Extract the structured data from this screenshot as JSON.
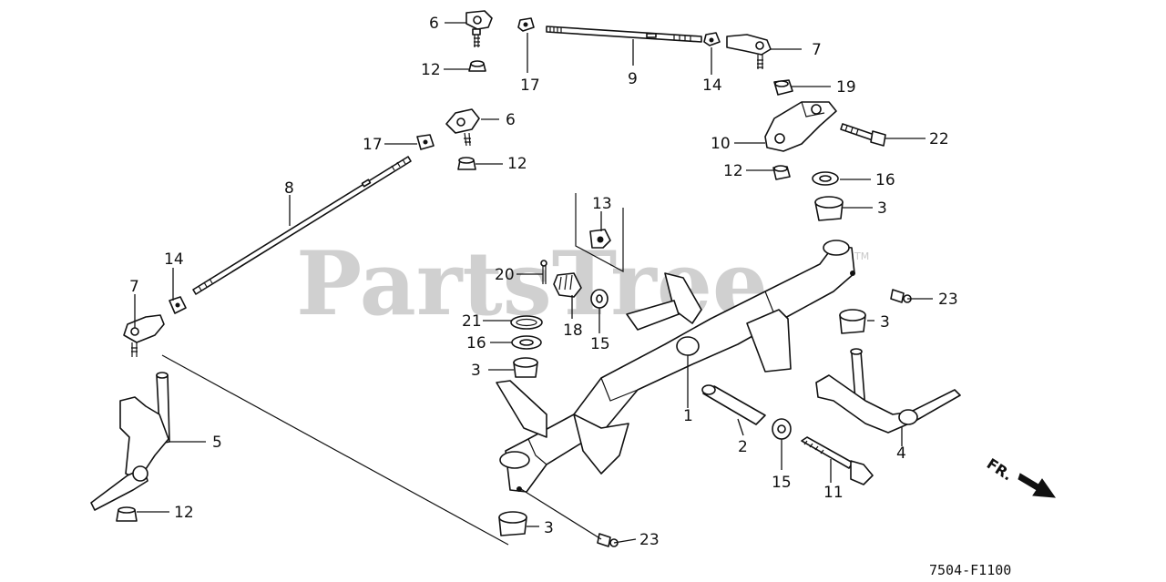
{
  "watermark": {
    "text": "PartsTree",
    "mark": "TM"
  },
  "diagram_code": "7504-F1100",
  "direction_label": "FR.",
  "colors": {
    "ink": "#111111",
    "watermark": "#c8c8c8",
    "background": "#ffffff"
  },
  "callouts": [
    {
      "id": "c6a",
      "text": "6"
    },
    {
      "id": "c17a",
      "text": "17"
    },
    {
      "id": "c9",
      "text": "9"
    },
    {
      "id": "c14a",
      "text": "14"
    },
    {
      "id": "c7a",
      "text": "7"
    },
    {
      "id": "c12a",
      "text": "12"
    },
    {
      "id": "c19",
      "text": "19"
    },
    {
      "id": "c6b",
      "text": "6"
    },
    {
      "id": "c17b",
      "text": "17"
    },
    {
      "id": "c12b",
      "text": "12"
    },
    {
      "id": "c10",
      "text": "10"
    },
    {
      "id": "c22",
      "text": "22"
    },
    {
      "id": "c12c",
      "text": "12"
    },
    {
      "id": "c16a",
      "text": "16"
    },
    {
      "id": "c8",
      "text": "8"
    },
    {
      "id": "c13",
      "text": "13"
    },
    {
      "id": "c3a",
      "text": "3"
    },
    {
      "id": "c14b",
      "text": "14"
    },
    {
      "id": "c20",
      "text": "20"
    },
    {
      "id": "c23a",
      "text": "23"
    },
    {
      "id": "c7b",
      "text": "7"
    },
    {
      "id": "c21",
      "text": "21"
    },
    {
      "id": "c18",
      "text": "18"
    },
    {
      "id": "c15a",
      "text": "15"
    },
    {
      "id": "c3b",
      "text": "3"
    },
    {
      "id": "c16b",
      "text": "16"
    },
    {
      "id": "c3c",
      "text": "3"
    },
    {
      "id": "c1",
      "text": "1"
    },
    {
      "id": "c5",
      "text": "5"
    },
    {
      "id": "c2",
      "text": "2"
    },
    {
      "id": "c4",
      "text": "4"
    },
    {
      "id": "c15b",
      "text": "15"
    },
    {
      "id": "c11",
      "text": "11"
    },
    {
      "id": "c12d",
      "text": "12"
    },
    {
      "id": "c3d",
      "text": "3"
    },
    {
      "id": "c23b",
      "text": "23"
    }
  ]
}
